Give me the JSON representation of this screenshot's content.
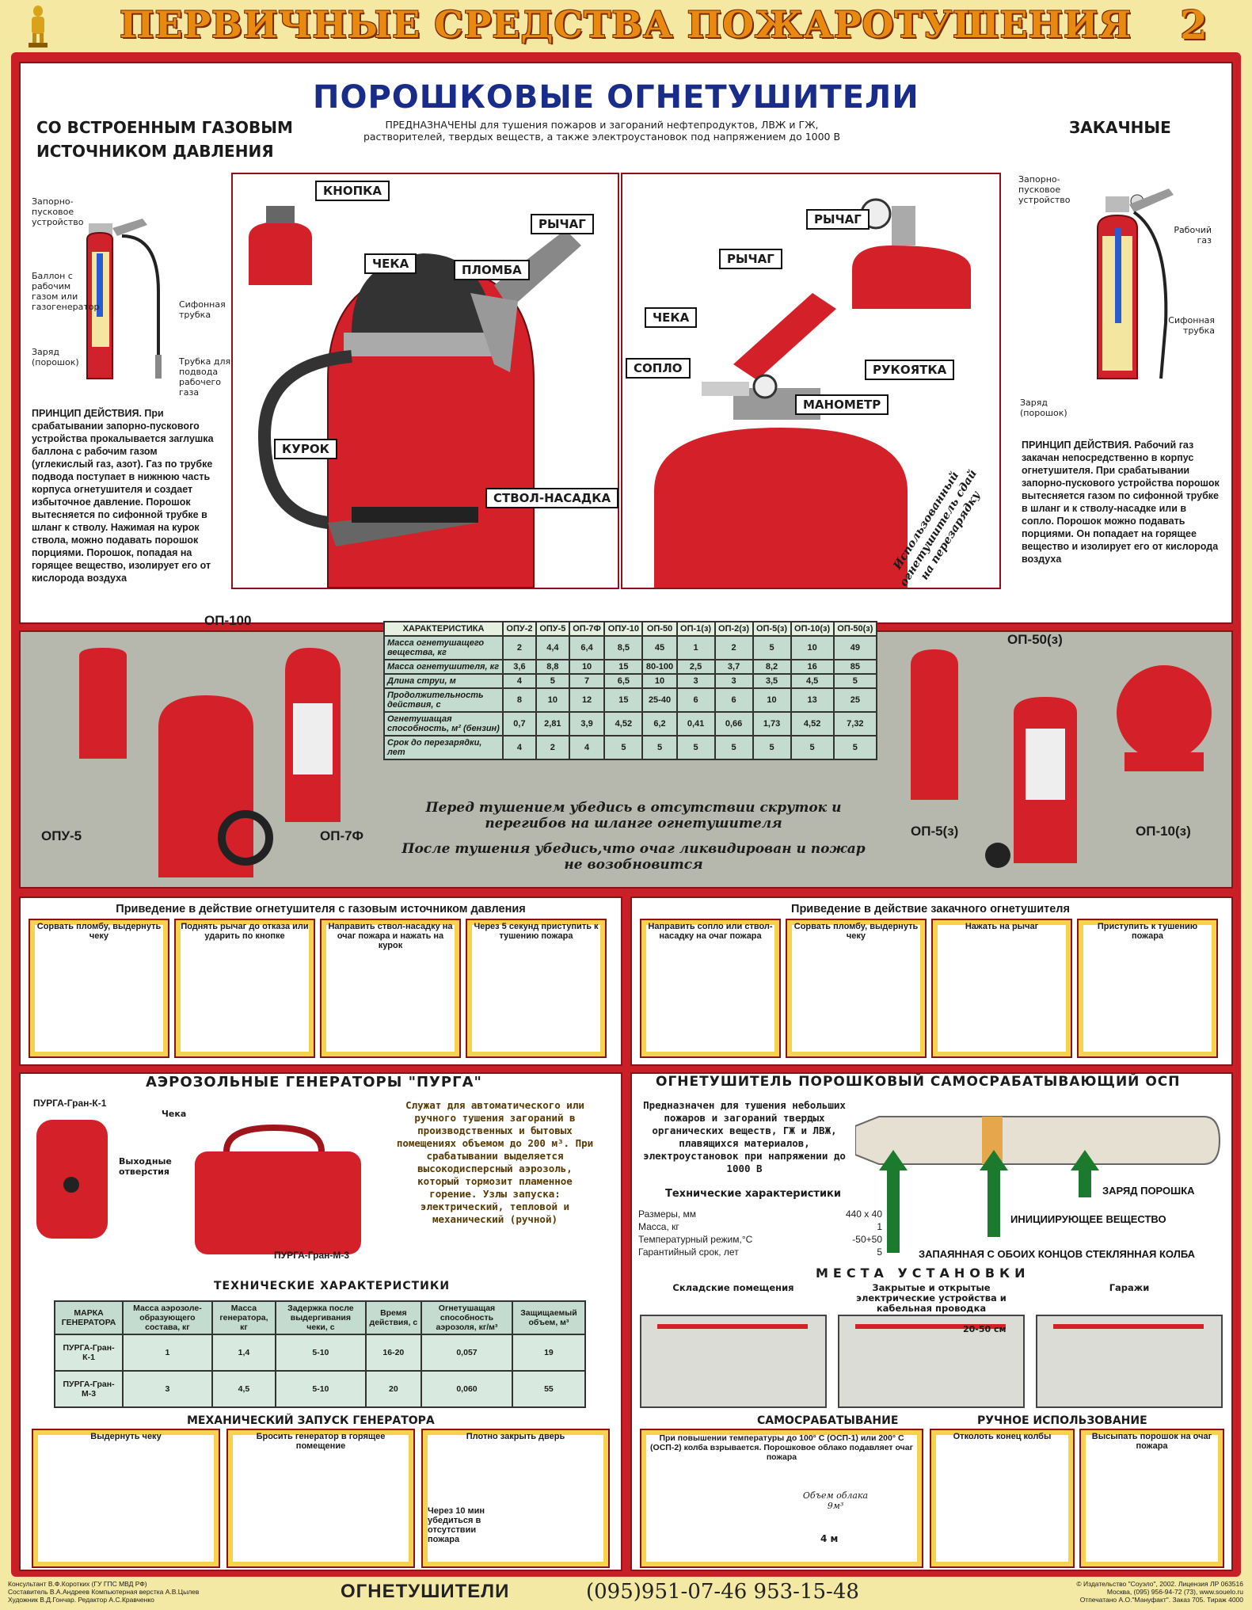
{
  "header": {
    "title": "ПЕРВИЧНЫЕ СРЕДСТВА ПОЖАРОТУШЕНИЯ",
    "sheet_number": "2"
  },
  "powder": {
    "title": "ПОРОШКОВЫЕ ОГНЕТУШИТЕЛИ",
    "purpose": "ПРЕДНАЗНАЧЕНЫ для тушения пожаров и загораний нефтепродуктов, ЛВЖ и ГЖ, растворителей, твердых веществ, а также электроустановок под напряжением до 1000 В",
    "left_title": "СО ВСТРОЕННЫМ ГАЗОВЫМ ИСТОЧНИКОМ ДАВЛЕНИЯ",
    "right_title": "ЗАКАЧНЫЕ",
    "left_labels": {
      "valve": "Запорно-пусковое устройство",
      "cylinder": "Баллон с рабочим газом или газогенератор",
      "siphon": "Сифонная трубка",
      "charge": "Заряд (порошок)",
      "gas_tube": "Трубка для подвода рабочего газа"
    },
    "right_labels": {
      "valve": "Запорно-пусковое устройство",
      "gas": "Рабочий газ",
      "siphon": "Сифонная трубка",
      "charge": "Заряд (порошок)"
    },
    "left_principle": "ПРИНЦИП ДЕЙСТВИЯ. При срабатывании запорно-пускового устройства прокалывается заглушка баллона с рабочим газом (углекислый газ, азот). Газ по трубке подвода поступает в нижнюю часть корпуса огнетушителя и создает избыточное давление. Порошок вытесняется по сифонной трубке в шланг к стволу. Нажимая на курок ствола, можно подавать порошок порциями. Порошок, попадая на горящее вещество, изолирует его от кислорода воздуха",
    "right_principle": "ПРИНЦИП ДЕЙСТВИЯ. Рабочий газ закачан непосредственно в корпус огнетушителя. При срабатывании запорно-пускового устройства порошок вытесняется газом по сифонной трубке в шланг и к стволу-насадке или в сопло. Порошок можно подавать порциями. Он попадает на горящее вещество и изолирует его от кислорода воздуха",
    "callouts_a": {
      "button": "КНОПКА",
      "lever": "РЫЧАГ",
      "pin": "ЧЕКА",
      "seal": "ПЛОМБА",
      "trigger": "КУРОК",
      "nozzle": "СТВОЛ-НАСАДКА"
    },
    "callouts_b": {
      "lever1": "РЫЧАГ",
      "lever2": "РЫЧАГ",
      "pin": "ЧЕКА",
      "nozzle": "СОПЛО",
      "handle": "РУКОЯТКА",
      "gauge": "МАНОМЕТР"
    },
    "used_note": "Использованный огнетушитель сдай на перезарядку"
  },
  "spec": {
    "header": [
      "ХАРАКТЕРИСТИКА",
      "ОПУ-2",
      "ОПУ-5",
      "ОП-7Ф",
      "ОПУ-10",
      "ОП-50",
      "ОП-1(з)",
      "ОП-2(з)",
      "ОП-5(з)",
      "ОП-10(з)",
      "ОП-50(з)"
    ],
    "rows": [
      [
        "Масса огнетушащего вещества, кг",
        "2",
        "4,4",
        "6,4",
        "8,5",
        "45",
        "1",
        "2",
        "5",
        "10",
        "49"
      ],
      [
        "Масса огнетушителя, кг",
        "3,6",
        "8,8",
        "10",
        "15",
        "80-100",
        "2,5",
        "3,7",
        "8,2",
        "16",
        "85"
      ],
      [
        "Длина струи, м",
        "4",
        "5",
        "7",
        "6,5",
        "10",
        "3",
        "3",
        "3,5",
        "4,5",
        "5"
      ],
      [
        "Продолжительность действия, с",
        "8",
        "10",
        "12",
        "15",
        "25-40",
        "6",
        "6",
        "10",
        "13",
        "25"
      ],
      [
        "Огнетушащая способность, м² (бензин)",
        "0,7",
        "2,81",
        "3,9",
        "4,52",
        "6,2",
        "0,41",
        "0,66",
        "1,73",
        "4,52",
        "7,32"
      ],
      [
        "Срок до перезарядки, лет",
        "4",
        "2",
        "4",
        "5",
        "5",
        "5",
        "5",
        "5",
        "5",
        "5"
      ]
    ],
    "labels": {
      "op100": "ОП-100",
      "opu5": "ОПУ-5",
      "op7f": "ОП-7Ф",
      "op50z": "ОП-50(з)",
      "op5z": "ОП-5(з)",
      "op10z": "ОП-10(з)"
    },
    "note1": "Перед тушением убедись в отсутствии скруток и перегибов на шланге огнетушителя",
    "note2": "После тушения убедись,что очаг ликвидирован и пожар не возобновится"
  },
  "activation": {
    "left_title": "Приведение в действие огнетушителя с газовым источником давления",
    "left_steps": [
      "Сорвать пломбу, выдернуть чеку",
      "Поднять рычаг до отказа или ударить по кнопке",
      "Направить ствол-насадку на очаг пожара и нажать на курок",
      "Через 5 секунд приступить к тушению пожара"
    ],
    "right_title": "Приведение в действие закачного огнетушителя",
    "right_steps": [
      "Направить сопло или ствол-насадку на очаг пожара",
      "Сорвать пломбу, выдернуть чеку",
      "Нажать на рычаг",
      "Приступить к тушению пожара"
    ]
  },
  "aerosol": {
    "title": "АЭРОЗОЛЬНЫЕ ГЕНЕРАТОРЫ \"ПУРГА\"",
    "k1": "ПУРГА-Гран-К-1",
    "m3": "ПУРГА-Гран-М-3",
    "pin": "Чека",
    "holes": "Выходные отверстия",
    "desc": "Служат для автоматического или ручного тушения загораний в производственных и бытовых помещениях объемом до 200 м³. При срабатывании выделяется высокодисперсный аэрозоль, который тормозит пламенное горение. Узлы запуска: электрический, тепловой и механический (ручной)",
    "tech_title": "ТЕХНИЧЕСКИЕ ХАРАКТЕРИСТИКИ",
    "table_header": [
      "МАРКА ГЕНЕРАТОРА",
      "Масса аэрозоле-образующего состава, кг",
      "Масса генератора, кг",
      "Задержка после выдергивания чеки, с",
      "Время действия, с",
      "Огнетушащая способность аэрозоля, кг/м³",
      "Защищаемый объем, м³"
    ],
    "table_rows": [
      [
        "ПУРГА-Гран-К-1",
        "1",
        "1,4",
        "5-10",
        "16-20",
        "0,057",
        "19"
      ],
      [
        "ПУРГА-Гран-М-3",
        "3",
        "4,5",
        "5-10",
        "20",
        "0,060",
        "55"
      ]
    ],
    "launch_title": "МЕХАНИЧЕСКИЙ ЗАПУСК ГЕНЕРАТОРА",
    "launch_steps": [
      "Выдернуть чеку",
      "Бросить генератор в горящее помещение",
      "Плотно закрыть дверь",
      "Через 10 мин убедиться в отсутствии пожара"
    ]
  },
  "osp": {
    "title": "ОГНЕТУШИТЕЛЬ ПОРОШКОВЫЙ САМОСРАБАТЫВАЮЩИЙ ОСП",
    "desc": "Предназначен для тушения небольших пожаров и загораний твердых органических веществ, ГЖ и ЛВЖ, плавящихся материалов, электроустановок при напряжении до 1000 В",
    "tech_title": "Технические характеристики",
    "specs": [
      {
        "k": "Размеры, мм",
        "v": "440 х 40"
      },
      {
        "k": "Масса, кг",
        "v": "1"
      },
      {
        "k": "Температурный режим,°С",
        "v": "-50+50"
      },
      {
        "k": "Гарантийный срок, лет",
        "v": "5"
      }
    ],
    "lbl_powder": "ЗАРЯД ПОРОШКА",
    "lbl_init": "ИНИЦИИРУЮЩЕЕ ВЕЩЕСТВО",
    "lbl_flask": "ЗАПАЯННАЯ С ОБОИХ КОНЦОВ СТЕКЛЯННАЯ КОЛБА",
    "places_title": "МЕСТА УСТАНОВКИ",
    "places": [
      "Складские помещения",
      "Закрытые и открытые электрические устройства и кабельная проводка",
      "Гаражи"
    ],
    "dist": "20-50 см",
    "self_title": "САМОСРАБАТЫВАНИЕ",
    "self_text": "При повышении температуры до 100° С (ОСП-1) или 200° С (ОСП-2) колба взрывается. Порошковое облако подавляет очаг пожара",
    "cloud": "Объем облака 9м³",
    "width": "4 м",
    "manual_title": "РУЧНОЕ ИСПОЛЬЗОВАНИЕ",
    "manual_steps": [
      "Отколоть конец колбы",
      "Высыпать порошок на очаг пожара"
    ]
  },
  "footer": {
    "l1": "Консультант В.Ф.Коротких (ГУ ГПС МВД РФ)",
    "l2": "Составитель В.А.Андреев Компьютерная верстка А.В.Цылев",
    "l3": "Художник В.Д.Гончар. Редактор А.С.Кравченко",
    "logo": "ОГНЕТУШИТЕЛИ",
    "phones": "(095)951-07-46 953-15-48",
    "r1": "© Издательство \"Соуэло\", 2002. Лицензия ЛР 063516",
    "r2": "Москва, (095) 956-94-72 (73), www.souelo.ru",
    "r3": "Отпечатано А.О.\"Мануфакт\". Заказ 705. Тираж 4000"
  }
}
